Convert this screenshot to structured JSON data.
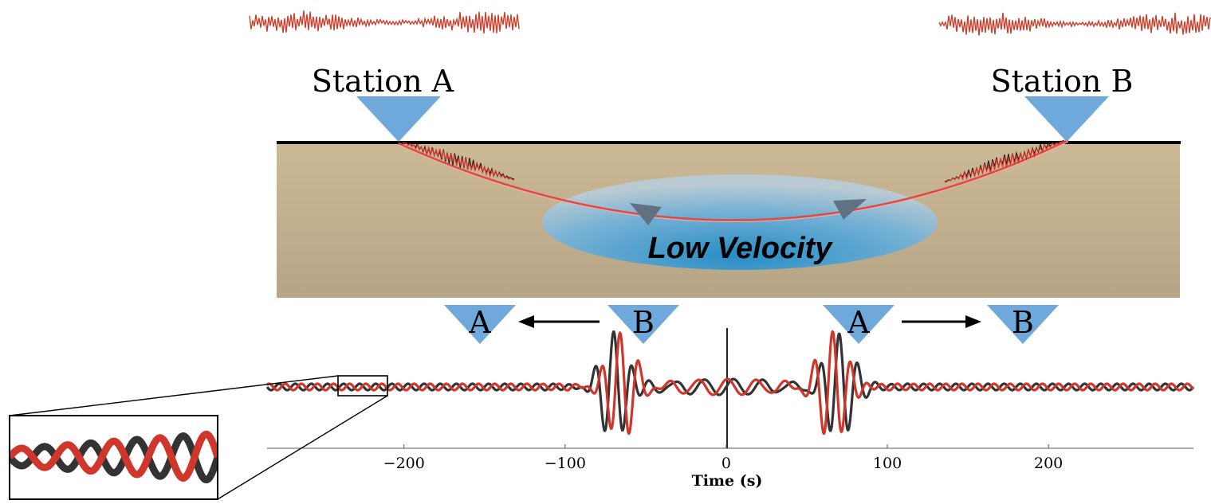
{
  "stations": {
    "a_label": "Station A",
    "b_label": "Station B"
  },
  "anomaly": {
    "label": "Low Velocity"
  },
  "direction_markers": {
    "left_pair": [
      "A",
      "B"
    ],
    "right_pair": [
      "A",
      "B"
    ]
  },
  "chart_data": {
    "type": "line",
    "xlabel": "Time (s)",
    "xticks": [
      -200,
      -100,
      0,
      100,
      200
    ],
    "xtick_labels": [
      "−200",
      "−100",
      "0",
      "100",
      "200"
    ],
    "xlim": [
      -285,
      290
    ],
    "series": [
      {
        "color": "#333333",
        "peaks_s": [
          -70,
          70
        ]
      },
      {
        "color": "#d0362a",
        "peaks_s": [
          -66,
          66
        ]
      }
    ]
  },
  "colors": {
    "trace_red": "#d0362a",
    "trace_black": "#333333",
    "station_blue": "#6fa9dc",
    "ground": "#c4b293",
    "low_velocity": "#4fa3d8"
  }
}
